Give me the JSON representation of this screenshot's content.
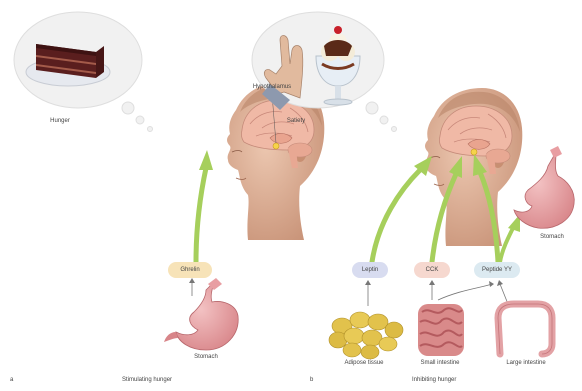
{
  "panel_a": {
    "thought_label": "Hunger",
    "brain_label": "Hypothalamus",
    "hormone_label": "Ghrelin",
    "organ_label": "Stomach",
    "panel_letter": "a",
    "caption": "Stimulating hunger"
  },
  "panel_b": {
    "thought_label": "Satiety",
    "hormones": [
      "Leptin",
      "CCK",
      "Peptide YY"
    ],
    "stomach_label": "Stomach",
    "tissue_labels": [
      "Adipose tissue",
      "Small intestine",
      "Large intestine"
    ],
    "panel_letter": "b",
    "caption": "Inhibiting hunger"
  },
  "colors": {
    "arrow": "#a6cf5c",
    "ghrelin_pill": "#f7e3b8",
    "leptin_pill": "#d8dcf0",
    "cck_pill": "#f6d8cf",
    "pyy_pill": "#dceaf1",
    "stomach": "#e7a3a6",
    "brain": "#f1bfae",
    "skin": "#ddb099",
    "fat": "#e2c24c"
  },
  "icons": {
    "thought_a": "cake-icon",
    "thought_b": "hand-stop-icon",
    "thought_b_extra": "sundae-icon"
  }
}
